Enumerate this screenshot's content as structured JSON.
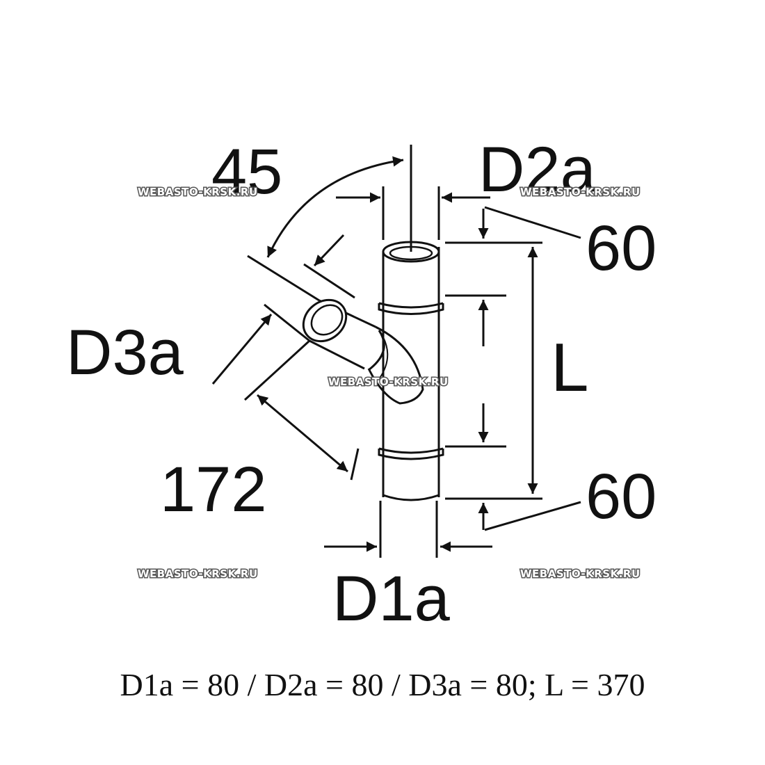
{
  "labels": {
    "angle": "45",
    "d2a": "D2a",
    "top_len": "60",
    "d3a": "D3a",
    "length": "L",
    "branch_len": "172",
    "bottom_len": "60",
    "d1a": "D1a"
  },
  "watermark": "WEBASTO-KRSK.RU",
  "caption": "D1a = 80 / D2a = 80 / D3a = 80; L = 370"
}
